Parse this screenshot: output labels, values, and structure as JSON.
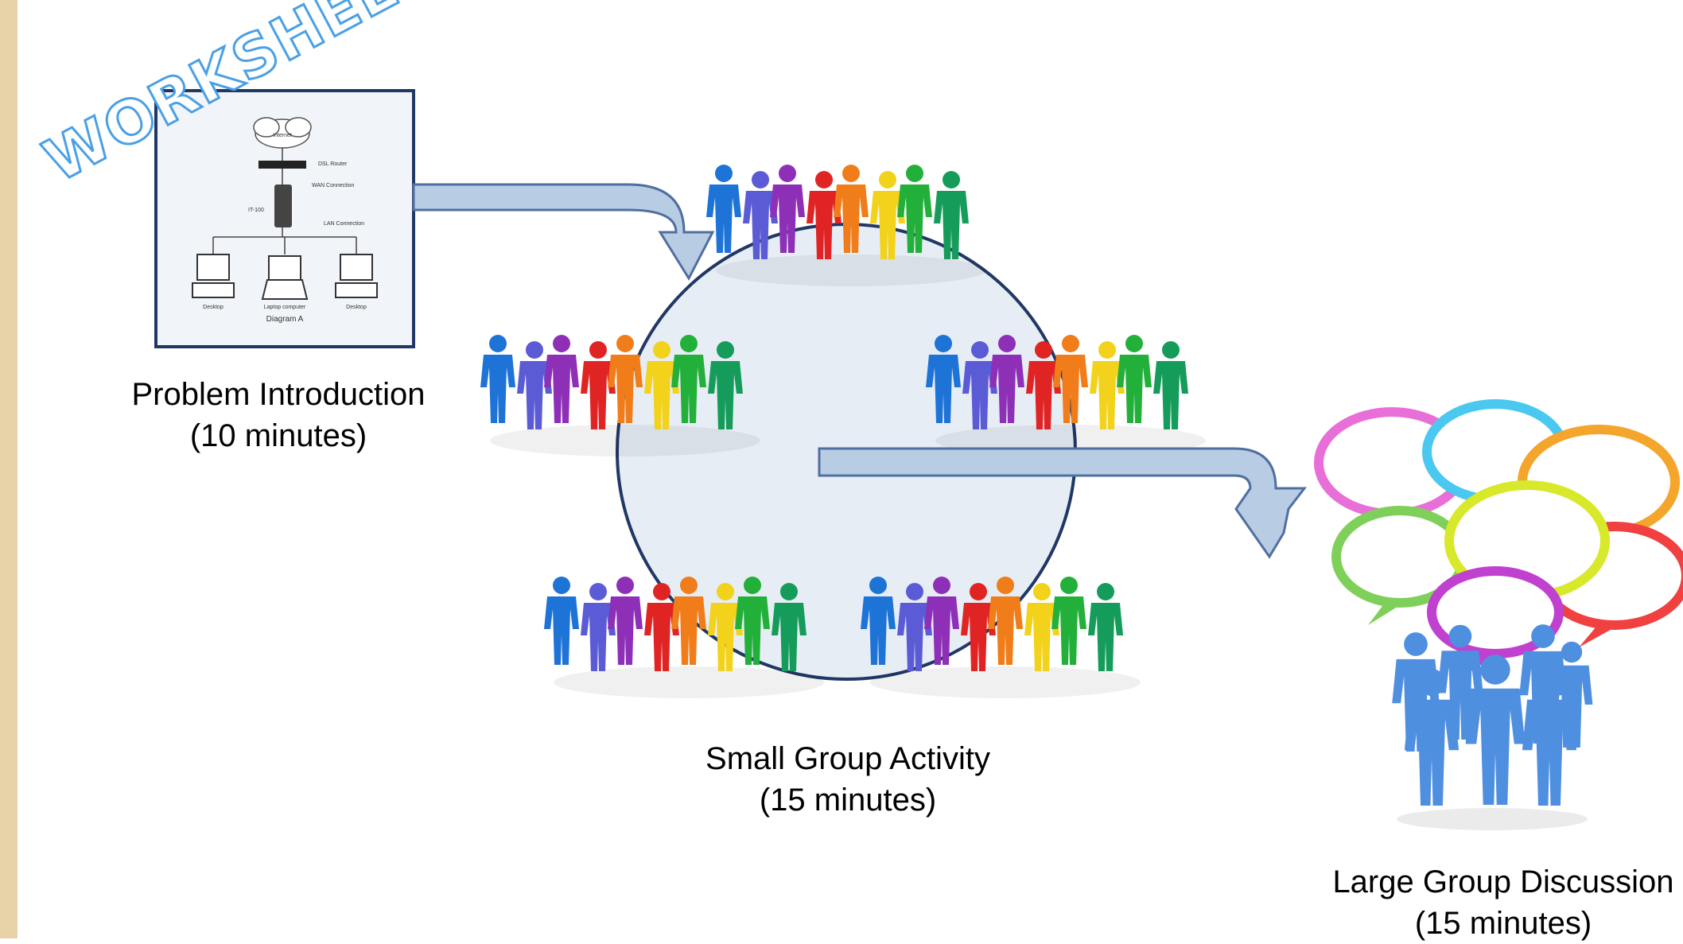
{
  "stages": {
    "intro": {
      "title": "Problem Introduction",
      "duration": "(10 minutes)"
    },
    "small": {
      "title": "Small Group Activity",
      "duration": "(15 minutes)"
    },
    "large": {
      "title": "Large Group Discussion",
      "duration": "(15 minutes)"
    }
  },
  "worksheet": {
    "stamp": "WORKSHEET",
    "diagram": {
      "cloud": "Internet",
      "router": "DSL\nRouter",
      "wan": "WAN\nConnection",
      "device": "IT-100",
      "lan": "LAN Connection",
      "pc_left": "Desktop",
      "pc_mid": "Laptop computer",
      "pc_right": "Desktop",
      "caption": "Diagram A"
    }
  },
  "colors": {
    "left_bar": "#e8d2a8",
    "arrow_fill": "#b8cce4",
    "arrow_stroke": "#4f6fa0",
    "circle_fill": "#dfe7f1",
    "circle_stroke": "#1f3864",
    "figures": [
      "#1e73d6",
      "#5b5bd6",
      "#8e2fb8",
      "#e02424",
      "#f07d1a",
      "#f2d21b",
      "#23b03a",
      "#169c5a"
    ],
    "crowd_blue": "#4f8fe0",
    "bubbles": [
      "#e86ed8",
      "#4ac8f0",
      "#f4a52b",
      "#7fd05a",
      "#f04040",
      "#d8e82a",
      "#c040d0"
    ]
  }
}
